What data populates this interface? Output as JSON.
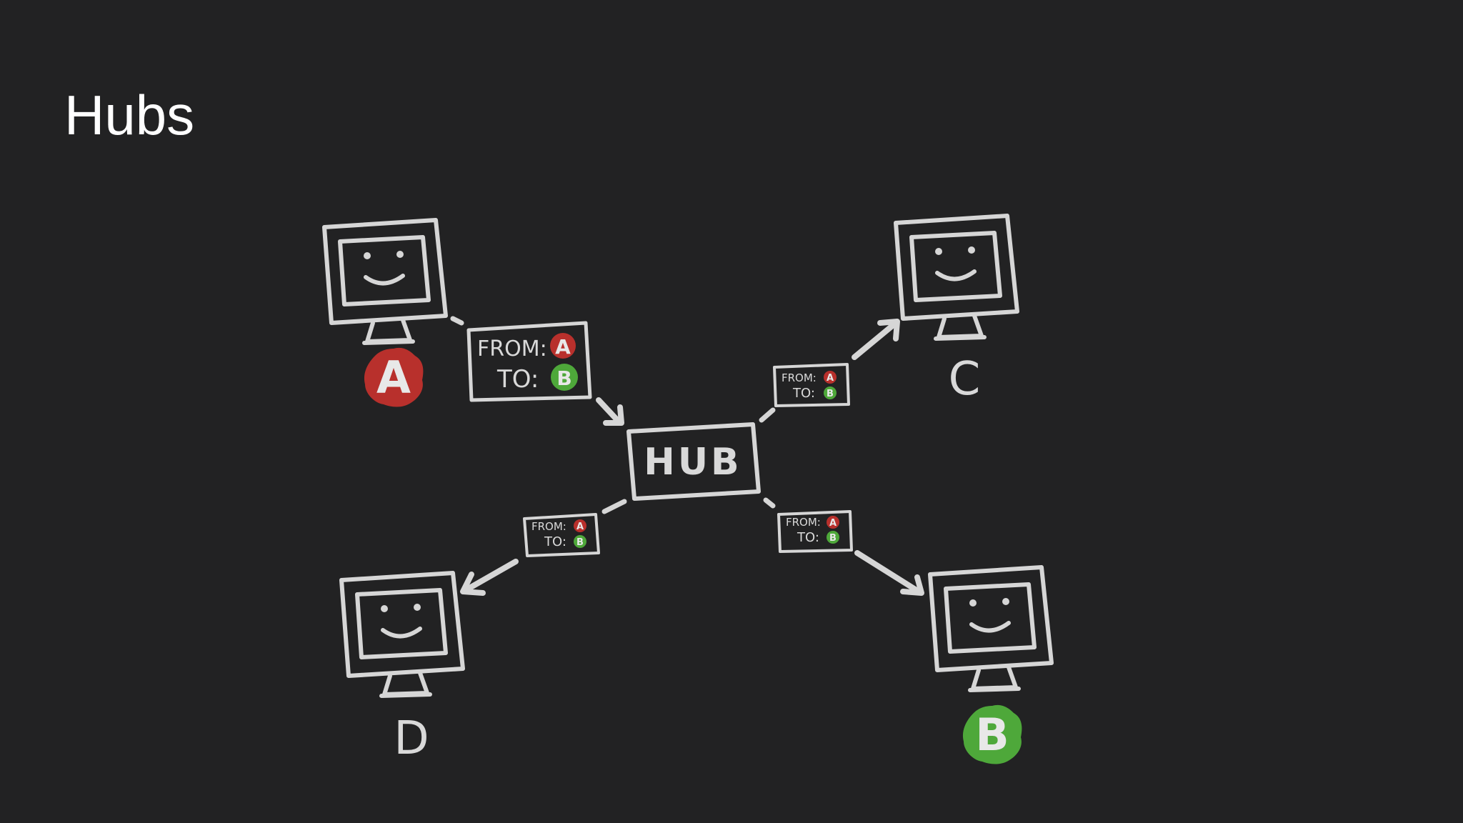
{
  "slide": {
    "title": "Hubs"
  },
  "hub": {
    "label": "HUB"
  },
  "nodes": {
    "a": {
      "label": "A",
      "badge_color": "#b8302c"
    },
    "b": {
      "label": "B",
      "badge_color": "#4ea83a"
    },
    "c": {
      "label": "C"
    },
    "d": {
      "label": "D"
    }
  },
  "packets": {
    "from_label": "FROM:",
    "to_label": "TO:",
    "from_value": "A",
    "to_value": "B",
    "from_color": "#b8302c",
    "to_color": "#4ea83a"
  }
}
